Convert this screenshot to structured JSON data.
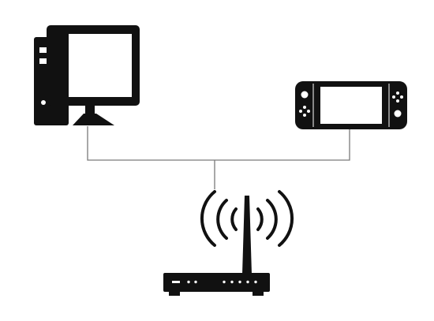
{
  "diagram": {
    "nodes": [
      {
        "id": "pc",
        "icon": "desktop-computer-icon"
      },
      {
        "id": "console",
        "icon": "handheld-game-console-icon"
      },
      {
        "id": "router",
        "icon": "wifi-router-icon"
      }
    ],
    "links": [
      {
        "from": "pc",
        "to": "router"
      },
      {
        "from": "console",
        "to": "router"
      }
    ],
    "colors": {
      "icon": "#111111",
      "screen": "#ffffff",
      "line": "#7a7a7a"
    }
  }
}
